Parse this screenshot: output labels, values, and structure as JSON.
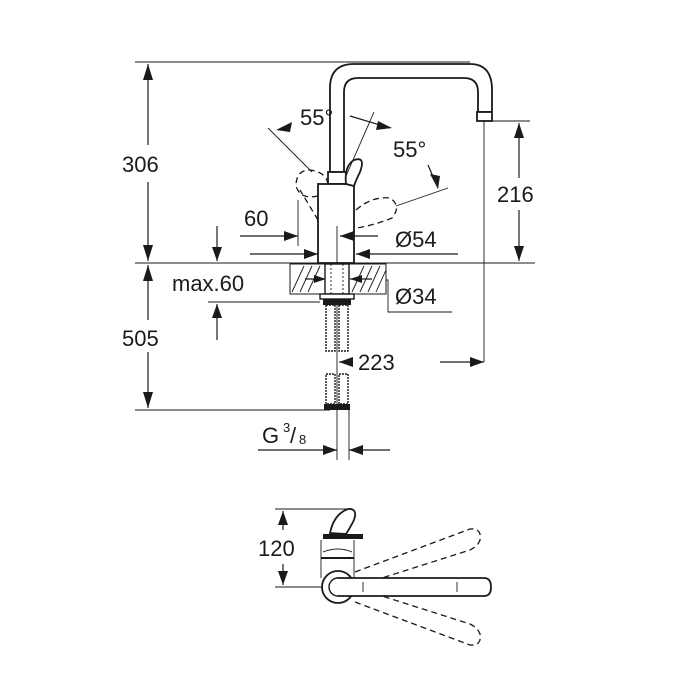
{
  "drawing": {
    "type": "technical-dimension-drawing",
    "subject": "single-lever kitchen mixer faucet",
    "units": "mm",
    "side_view": {
      "dimensions": {
        "total_height_above_deck": "306",
        "spout_outlet_height": "216",
        "handle_offset": "60",
        "body_diameter": "Ø54",
        "deck_hole_diameter": "Ø34",
        "max_deck_thickness": "max.60",
        "hose_length_below": "505",
        "spout_reach": "223",
        "connection_thread": "G",
        "connection_thread_num": "3",
        "connection_thread_den": "8",
        "lever_angle_back": "55°",
        "lever_angle_forward": "55°"
      }
    },
    "top_view": {
      "dimensions": {
        "lever_depth": "120"
      }
    }
  }
}
